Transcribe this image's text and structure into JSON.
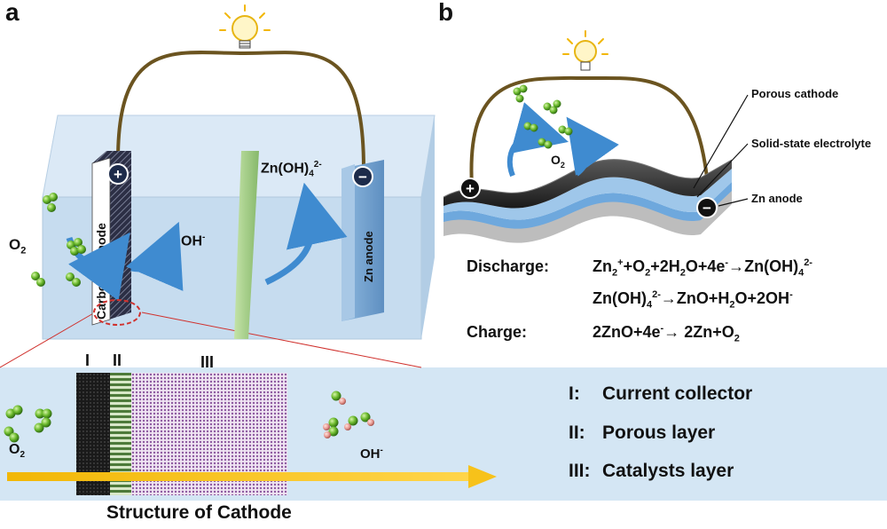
{
  "panel_a": {
    "letter": "a",
    "o2": "O",
    "o2_sub": "2",
    "oh": "OH",
    "oh_sup": "-",
    "zincate": "Zn(OH)",
    "zincate_sub": "4",
    "zincate_sup": "2-",
    "cathode_label": "Carbon Cathode",
    "anode_label": "Zn anode",
    "plus": "+",
    "minus": "−"
  },
  "structure": {
    "layer_i": "I",
    "layer_ii": "II",
    "layer_iii": "III",
    "o2": "O",
    "o2_sub": "2",
    "oh": "OH",
    "oh_sup": "-",
    "caption": "Structure of Cathode",
    "legend": [
      {
        "num": "I:",
        "text": "Current collector"
      },
      {
        "num": "II:",
        "text": "Porous layer"
      },
      {
        "num": "III:",
        "text": "Catalysts layer"
      }
    ]
  },
  "panel_b": {
    "letter": "b",
    "o2": "O",
    "o2_sub": "2",
    "porous_cathode": "Porous cathode",
    "electrolyte": "Solid-state electrolyte",
    "zn_anode": "Zn anode",
    "discharge_label": "Discharge:",
    "eq1_a": "Zn",
    "eq1_a_sub": "2",
    "eq1_a_sup": "+",
    "eq1_b": "+O",
    "eq1_b_sub": "2",
    "eq1_c": "+2H",
    "eq1_c_sub": "2",
    "eq1_d": "O+4e",
    "eq1_d_sup": "-",
    "eq1_e": "→Zn(OH)",
    "eq1_e_sub": "4",
    "eq1_e_sup": "2-",
    "eq2_a": "Zn(OH)",
    "eq2_a_sub": "4",
    "eq2_a_sup": "2-",
    "eq2_b": "→ZnO+H",
    "eq2_b_sub": "2",
    "eq2_c": "O+2OH",
    "eq2_c_sup": "-",
    "charge_label": "Charge:",
    "eq3_a": "2ZnO+4e",
    "eq3_a_sup": "-",
    "eq3_b": "→ 2Zn+O",
    "eq3_b_sub": "2"
  },
  "colors": {
    "tank": "#c9def0",
    "wire": "#6b5420",
    "arrow_blue": "#3f8bd0",
    "zn_anode": "#7aa9d6",
    "membrane": "#a9d18e",
    "o2_green": "#7dc242",
    "highlight": "#f5b800",
    "dashed_red": "#d0312d"
  }
}
